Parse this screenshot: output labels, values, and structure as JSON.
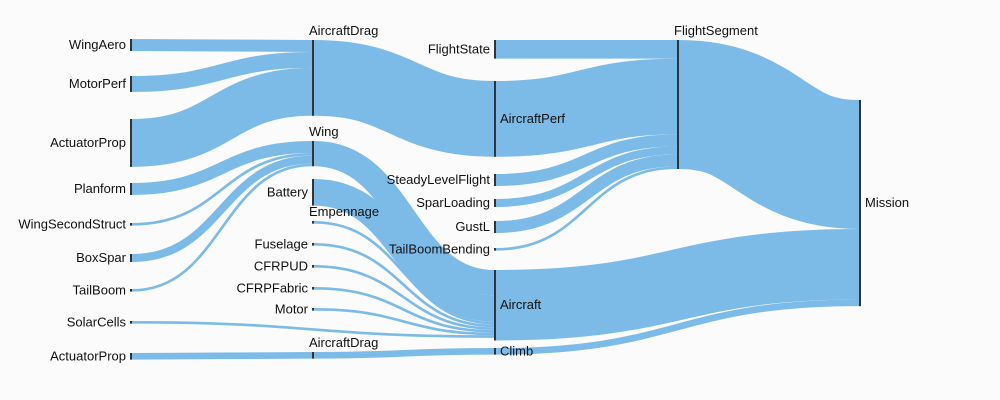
{
  "chart_data": {
    "type": "sankey",
    "link_color": "#7cbbe8",
    "node_color": "#333333",
    "nodes": [
      {
        "id": "wingaero",
        "label": "WingAero",
        "column": 0
      },
      {
        "id": "motorperf",
        "label": "MotorPerf",
        "column": 0
      },
      {
        "id": "actuatorprop1",
        "label": "ActuatorProp",
        "column": 0
      },
      {
        "id": "planform",
        "label": "Planform",
        "column": 0
      },
      {
        "id": "wingsecondstruct",
        "label": "WingSecondStruct",
        "column": 0
      },
      {
        "id": "boxspar",
        "label": "BoxSpar",
        "column": 0
      },
      {
        "id": "tailboom",
        "label": "TailBoom",
        "column": 0
      },
      {
        "id": "solarcells",
        "label": "SolarCells",
        "column": 0
      },
      {
        "id": "actuatorprop2",
        "label": "ActuatorProp",
        "column": 0
      },
      {
        "id": "aircraftdrag1",
        "label": "AircraftDrag",
        "column": 1
      },
      {
        "id": "wing",
        "label": "Wing",
        "column": 1
      },
      {
        "id": "battery",
        "label": "Battery",
        "column": 1
      },
      {
        "id": "empennage",
        "label": "Empennage",
        "column": 1
      },
      {
        "id": "fuselage",
        "label": "Fuselage",
        "column": 1
      },
      {
        "id": "cfrpud",
        "label": "CFRPUD",
        "column": 1
      },
      {
        "id": "cfrpfabric",
        "label": "CFRPFabric",
        "column": 1
      },
      {
        "id": "motor",
        "label": "Motor",
        "column": 1
      },
      {
        "id": "aircraftdrag2",
        "label": "AircraftDrag",
        "column": 1
      },
      {
        "id": "flightstate",
        "label": "FlightState",
        "column": 2
      },
      {
        "id": "aircraftperf",
        "label": "AircraftPerf",
        "column": 2
      },
      {
        "id": "steadylevelflight",
        "label": "SteadyLevelFlight",
        "column": 2
      },
      {
        "id": "sparloading",
        "label": "SparLoading",
        "column": 2
      },
      {
        "id": "gustl",
        "label": "GustL",
        "column": 2
      },
      {
        "id": "tailboombending",
        "label": "TailBoomBending",
        "column": 2
      },
      {
        "id": "aircraft",
        "label": "Aircraft",
        "column": 2
      },
      {
        "id": "climb",
        "label": "Climb",
        "column": 2
      },
      {
        "id": "flightsegment",
        "label": "FlightSegment",
        "column": 3
      },
      {
        "id": "mission",
        "label": "Mission",
        "column": 4
      }
    ],
    "links": [
      {
        "source": "wingaero",
        "target": "aircraftdrag1",
        "value": 9
      },
      {
        "source": "motorperf",
        "target": "aircraftdrag1",
        "value": 12
      },
      {
        "source": "actuatorprop1",
        "target": "aircraftdrag1",
        "value": 36
      },
      {
        "source": "planform",
        "target": "wing",
        "value": 9
      },
      {
        "source": "wingsecondstruct",
        "target": "wing",
        "value": 2
      },
      {
        "source": "boxspar",
        "target": "wing",
        "value": 6
      },
      {
        "source": "tailboom",
        "target": "wing",
        "value": 2
      },
      {
        "source": "solarcells",
        "target": "aircraft",
        "value": 2
      },
      {
        "source": "actuatorprop2",
        "target": "aircraftdrag2",
        "value": 5
      },
      {
        "source": "aircraftdrag1",
        "target": "aircraftperf",
        "value": 57
      },
      {
        "source": "wing",
        "target": "aircraft",
        "value": 19
      },
      {
        "source": "battery",
        "target": "aircraft",
        "value": 20
      },
      {
        "source": "empennage",
        "target": "aircraft",
        "value": 2
      },
      {
        "source": "fuselage",
        "target": "aircraft",
        "value": 2
      },
      {
        "source": "cfrpud",
        "target": "aircraft",
        "value": 2
      },
      {
        "source": "cfrpfabric",
        "target": "aircraft",
        "value": 2
      },
      {
        "source": "motor",
        "target": "aircraft",
        "value": 2
      },
      {
        "source": "aircraftdrag2",
        "target": "climb",
        "value": 5
      },
      {
        "source": "flightstate",
        "target": "flightsegment",
        "value": 14
      },
      {
        "source": "aircraftperf",
        "target": "flightsegment",
        "value": 57
      },
      {
        "source": "steadylevelflight",
        "target": "flightsegment",
        "value": 9
      },
      {
        "source": "sparloading",
        "target": "flightsegment",
        "value": 6
      },
      {
        "source": "gustl",
        "target": "flightsegment",
        "value": 9
      },
      {
        "source": "tailboombending",
        "target": "flightsegment",
        "value": 2
      },
      {
        "source": "flightsegment",
        "target": "mission",
        "value": 97
      },
      {
        "source": "aircraft",
        "target": "mission",
        "value": 53
      },
      {
        "source": "climb",
        "target": "mission",
        "value": 5
      }
    ]
  }
}
